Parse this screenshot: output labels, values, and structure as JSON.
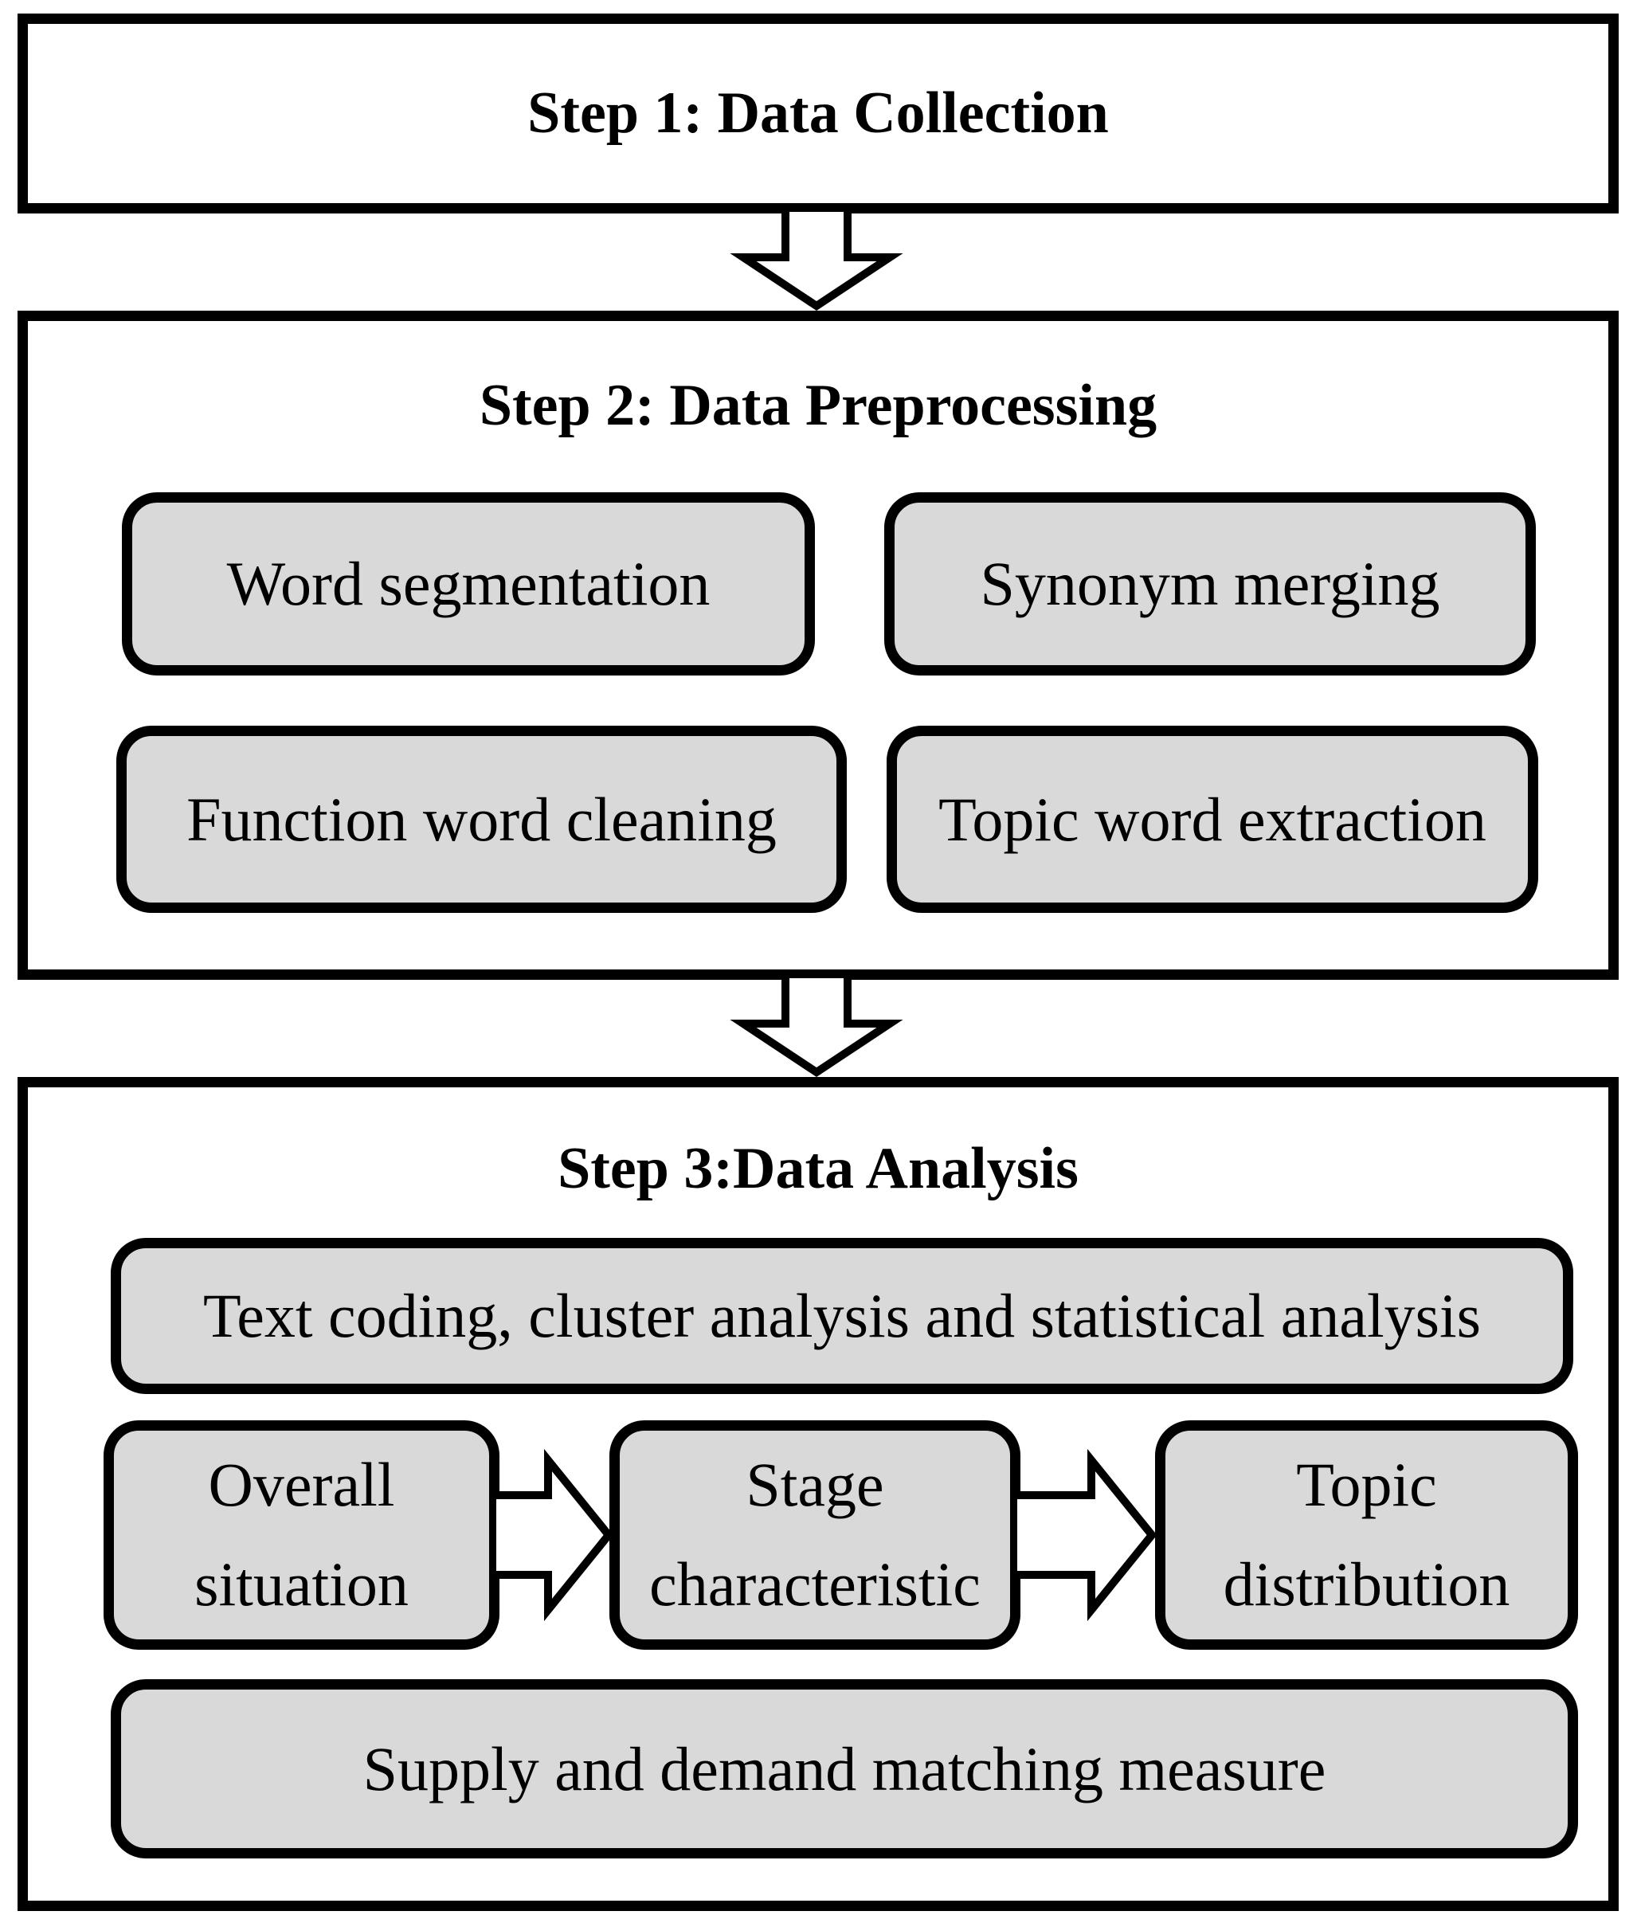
{
  "figure": {
    "step1": {
      "title": "Step 1: Data Collection"
    },
    "step2": {
      "title": "Step 2: Data Preprocessing",
      "boxes": [
        "Word segmentation",
        "Synonym merging",
        "Function word cleaning",
        "Topic word extraction"
      ]
    },
    "step3": {
      "title": "Step 3:Data Analysis",
      "top_box": "Text coding, cluster analysis and statistical analysis",
      "flow": [
        {
          "line1": "Overall",
          "line2": "situation"
        },
        {
          "line1": "Stage",
          "line2": "characteristic"
        },
        {
          "line1": "Topic",
          "line2": "distribution"
        }
      ],
      "bottom_box": "Supply and demand matching measure"
    },
    "icons": {
      "down_arrow": "down-arrow",
      "right_arrow": "right-arrow"
    },
    "colors": {
      "background": "#ffffff",
      "border": "#000000",
      "box_fill": "#d9d9d9",
      "text": "#000000",
      "arrow_fill": "#ffffff"
    }
  }
}
